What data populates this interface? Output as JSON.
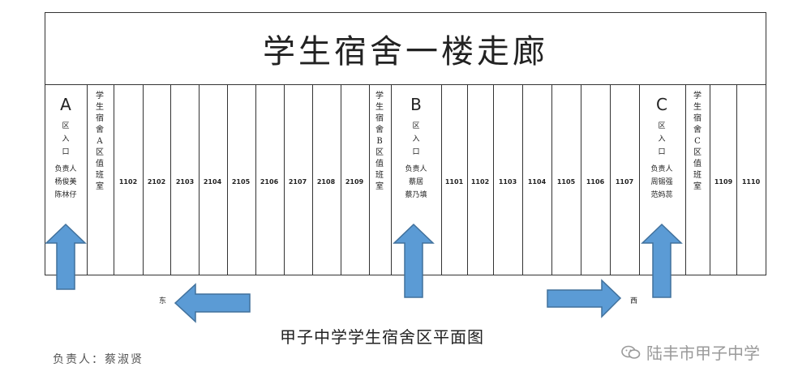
{
  "title": "学生宿舍一楼走廊",
  "caption": "甲子中学学生宿舍区平面图",
  "watermark": "陆丰市甲子中学",
  "footnote": "负责人：蔡淑贤",
  "colors": {
    "arrow": "#5b9bd5",
    "arrow_stroke": "#41719c",
    "line": "#333333"
  },
  "zone_a": {
    "letter": "A",
    "text": "区入口",
    "owner_label": "负责人",
    "owners": [
      "杨俊美",
      "陈林仔"
    ]
  },
  "duty_a": "学生宿舍A区值班室",
  "rooms_a": [
    "1102",
    "2102",
    "2103",
    "2104",
    "2105",
    "2106",
    "2107",
    "2108",
    "2109"
  ],
  "duty_b": "学生宿舍B区值班室",
  "zone_b": {
    "letter": "B",
    "text": "区入口",
    "owner_label": "负责人",
    "owners": [
      "蔡居",
      "蔡乃填"
    ]
  },
  "rooms_b": [
    "1101",
    "1102",
    "1103",
    "1104",
    "1105",
    "1106",
    "1107"
  ],
  "zone_c": {
    "letter": "C",
    "text": "区入口",
    "owner_label": "负责人",
    "owners": [
      "周锡强",
      "范妈蕊"
    ]
  },
  "duty_c": "学生宿舍C区值班室",
  "rooms_c": [
    "1109",
    "1110"
  ],
  "direction_east": "东",
  "direction_west": "西",
  "icons": {
    "watermark": "wechat-icon",
    "arrows": "block-arrow"
  }
}
